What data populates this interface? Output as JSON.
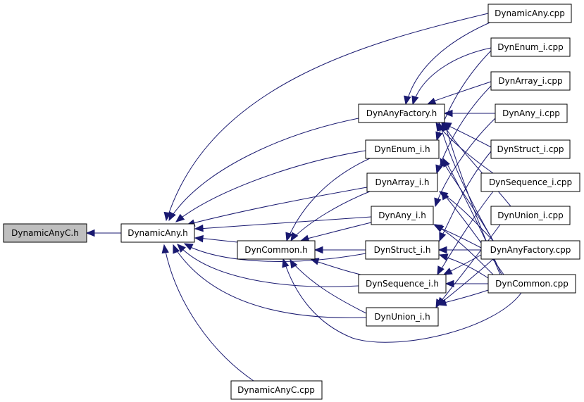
{
  "colors": {
    "edge": "#191970",
    "node_border": "#000000",
    "node_fill": "#ffffff",
    "highlight_fill": "#bfbfbf"
  },
  "nodes": {
    "dynamicanyc_h": "DynamicAnyC.h",
    "dynamicany_h": "DynamicAny.h",
    "dyncommon_h": "DynCommon.h",
    "dynanyfactory_h": "DynAnyFactory.h",
    "dynenum_i_h": "DynEnum_i.h",
    "dynarray_i_h": "DynArray_i.h",
    "dynany_i_h": "DynAny_i.h",
    "dynstruct_i_h": "DynStruct_i.h",
    "dynsequence_i_h": "DynSequence_i.h",
    "dynunion_i_h": "DynUnion_i.h",
    "dynamicanyc_cpp": "DynamicAnyC.cpp",
    "dynamicany_cpp": "DynamicAny.cpp",
    "dynenum_i_cpp": "DynEnum_i.cpp",
    "dynarray_i_cpp": "DynArray_i.cpp",
    "dynany_i_cpp": "DynAny_i.cpp",
    "dynstruct_i_cpp": "DynStruct_i.cpp",
    "dynsequence_i_cpp": "DynSequence_i.cpp",
    "dynunion_i_cpp": "DynUnion_i.cpp",
    "dynanyfactory_cpp": "DynAnyFactory.cpp",
    "dyncommon_cpp": "DynCommon.cpp"
  }
}
